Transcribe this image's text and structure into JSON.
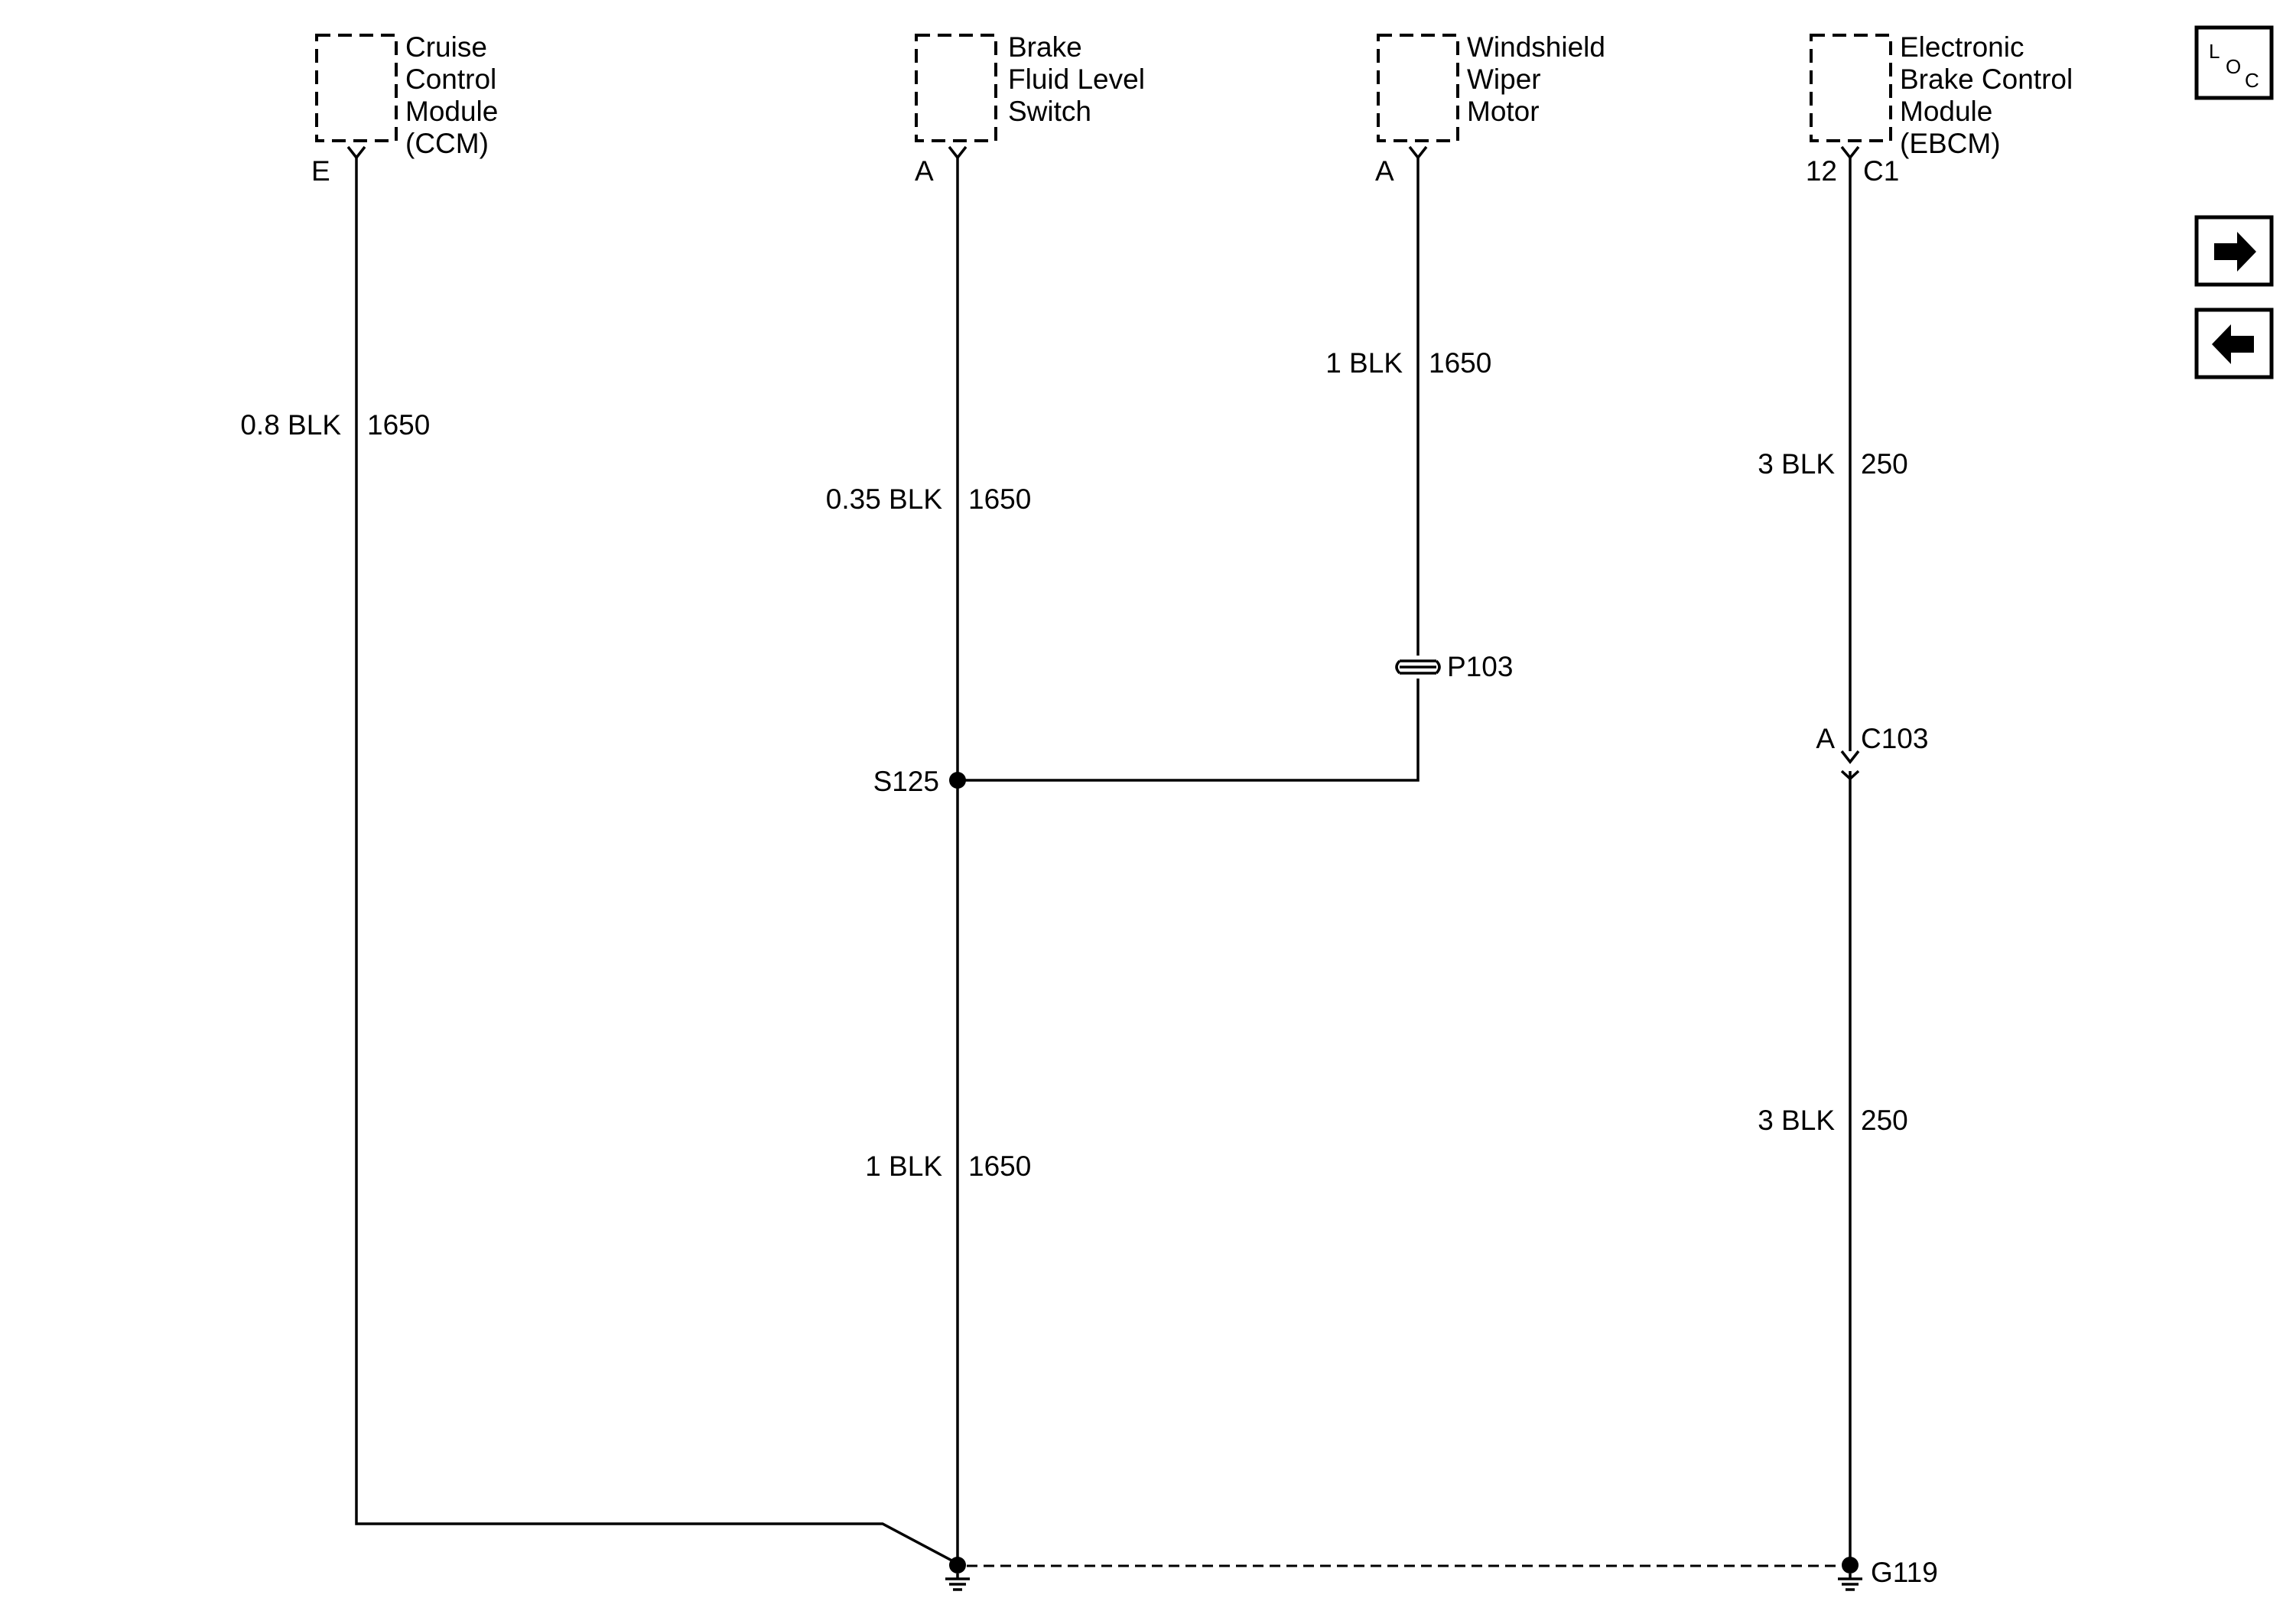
{
  "components": {
    "ccm": {
      "lines": [
        "Cruise",
        "Control",
        "Module",
        "(CCM)"
      ],
      "pin": "E"
    },
    "bfls": {
      "lines": [
        "Brake",
        "Fluid Level",
        "Switch"
      ],
      "pin": "A"
    },
    "wiper": {
      "lines": [
        "Windshield",
        "Wiper",
        "Motor"
      ],
      "pin": "A"
    },
    "ebcm": {
      "lines": [
        "Electronic",
        "Brake Control",
        "Module",
        "(EBCM)"
      ],
      "pin": "12",
      "connector": "C1"
    }
  },
  "wires": {
    "ccm_ground": {
      "gauge": "0.8 BLK",
      "circuit": "1650"
    },
    "bfls_to_s125": {
      "gauge": "0.35 BLK",
      "circuit": "1650"
    },
    "wiper_to_p103": {
      "gauge": "1 BLK",
      "circuit": "1650"
    },
    "s125_ground": {
      "gauge": "1 BLK",
      "circuit": "1650"
    },
    "ebcm_to_c103": {
      "gauge": "3 BLK",
      "circuit": "250"
    },
    "c103_to_g119": {
      "gauge": "3 BLK",
      "circuit": "250"
    }
  },
  "points": {
    "splice": "S125",
    "pass_through": "P103",
    "inline_connector": {
      "pin": "A",
      "name": "C103"
    },
    "ground": "G119"
  },
  "nav": {
    "loc_icon": "LOC",
    "next_icon": "arrow-right",
    "prev_icon": "arrow-left"
  }
}
